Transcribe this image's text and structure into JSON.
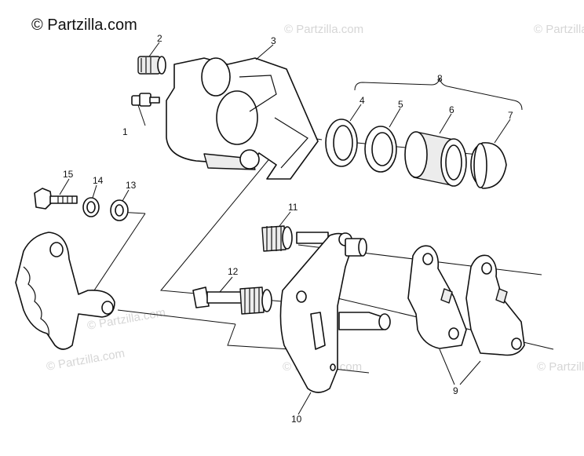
{
  "watermark": {
    "main": "© Partzilla.com",
    "repeat": "© Partzilla.com"
  },
  "callouts": {
    "c1": "1",
    "c2": "2",
    "c3": "3",
    "c4": "4",
    "c5": "5",
    "c6": "6",
    "c7": "7",
    "c8": "8",
    "c9": "9",
    "c10": "10",
    "c11": "11",
    "c12": "12",
    "c13": "13",
    "c14": "14",
    "c15": "15"
  },
  "colors": {
    "ink": "#111111",
    "watermark": "#d6d6d6",
    "background": "#ffffff"
  }
}
